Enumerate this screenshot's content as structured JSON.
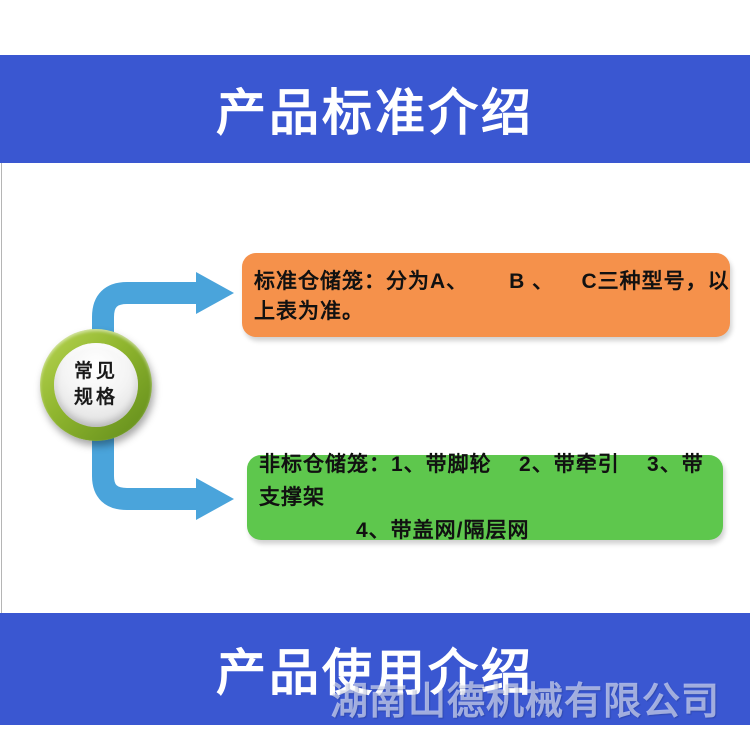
{
  "header": {
    "title": "产品标准介绍"
  },
  "diagram": {
    "hub": {
      "line1": "常见",
      "line2": "规格"
    },
    "standard_box": {
      "text": "标准仓储笼：分为A、      B 、    C三种型号，以上表为准。"
    },
    "nonstandard_box": {
      "line1": "非标仓储笼：1、带脚轮    2、带牵引    3、带支撑架",
      "line2": "4、带盖网/隔层网"
    }
  },
  "footer": {
    "title": "产品使用介绍",
    "watermark": "湖南山德机械有限公司"
  },
  "colors": {
    "banner_blue": "#3A57D1",
    "arrow_blue": "#4AA4DB",
    "standard_box_orange": "#F5914B",
    "nonstandard_box_green": "#5EC74D",
    "hub_ring_green": "#8FB52E"
  }
}
